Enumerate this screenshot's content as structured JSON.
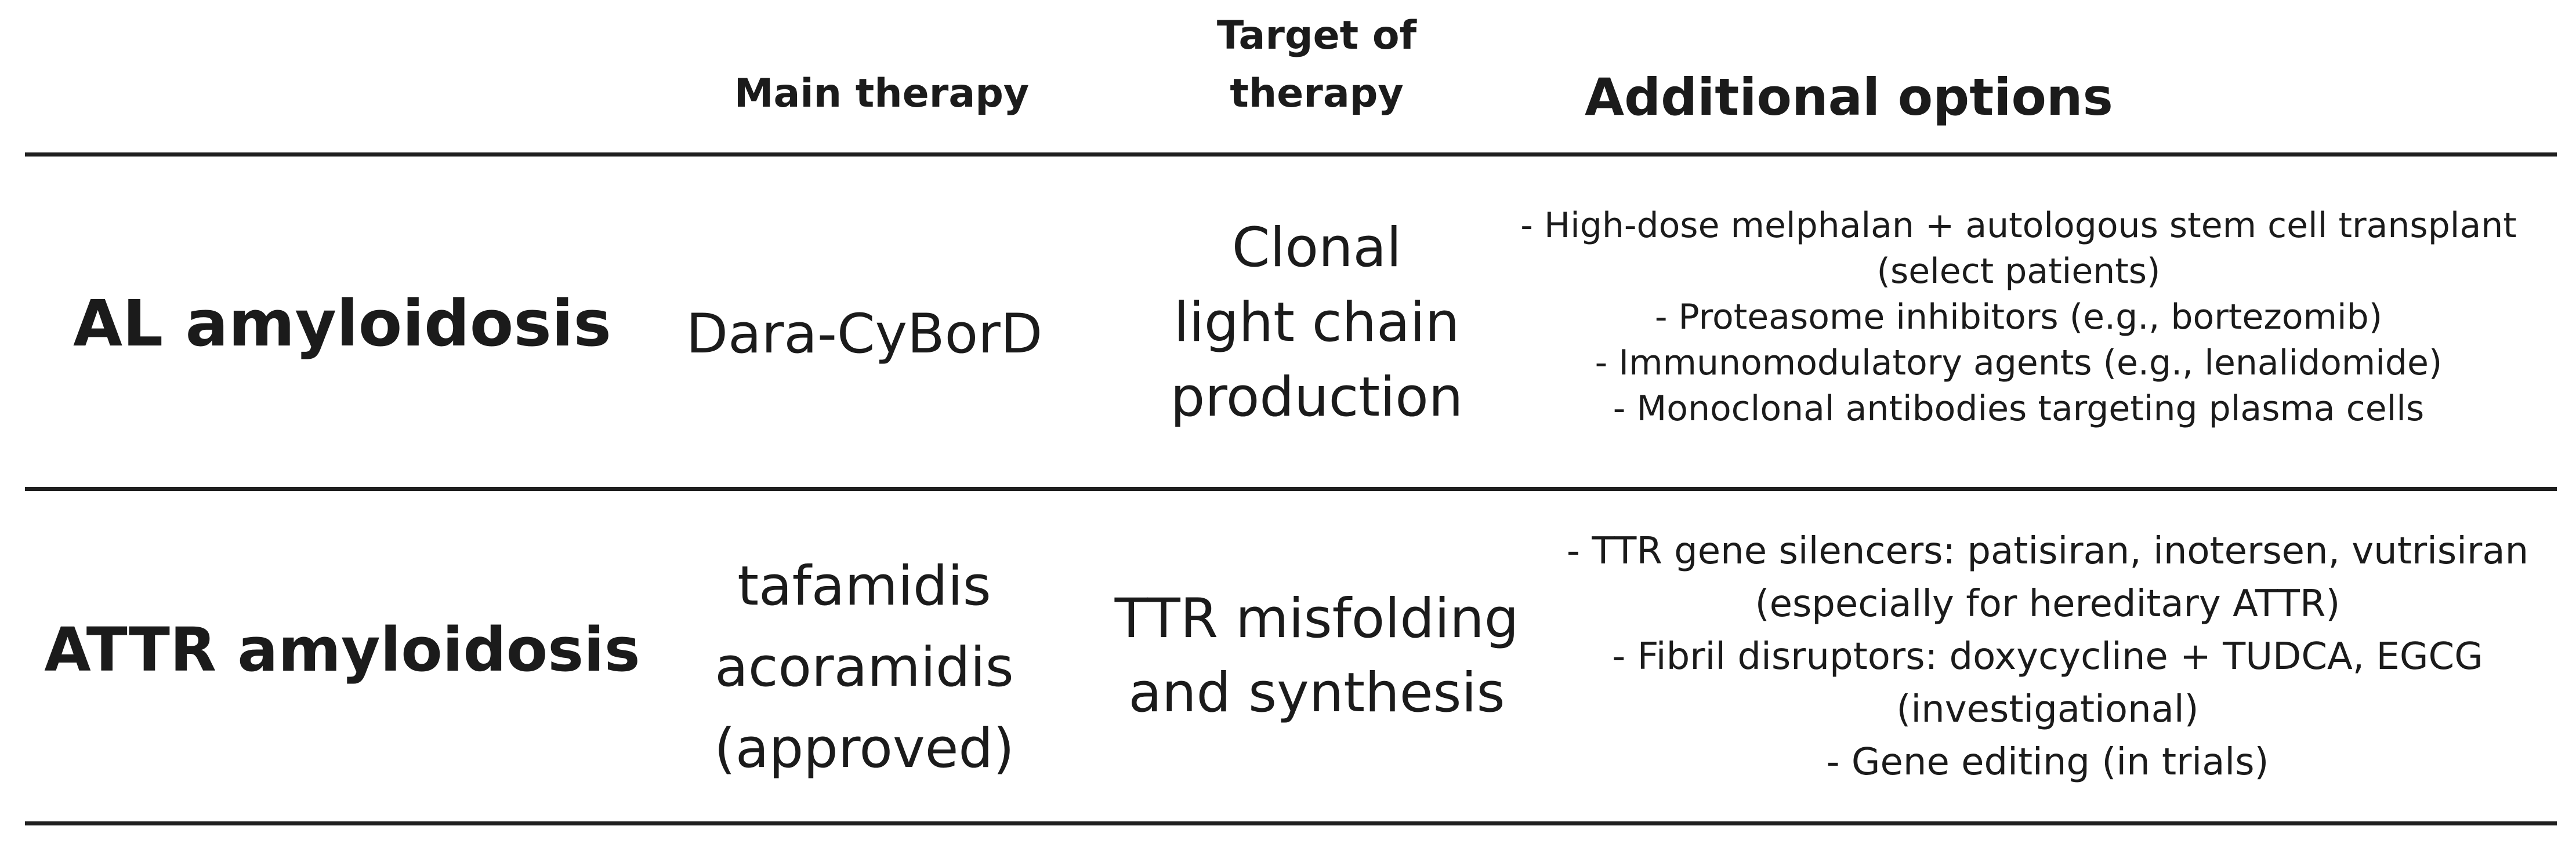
{
  "header": {
    "main_therapy": "Main therapy",
    "target_line1": "Target of",
    "target_line2": "therapy",
    "additional_options": "Additional options"
  },
  "rows": [
    {
      "label": "AL amyloidosis",
      "main_therapy": [
        "Dara-CyBorD"
      ],
      "target": [
        "Clonal",
        "light chain",
        "production"
      ],
      "options": [
        "- High-dose melphalan + autologous stem cell transplant",
        "(select patients)",
        "- Proteasome inhibitors (e.g., bortezomib)",
        "- Immunomodulatory agents (e.g., lenalidomide)",
        "- Monoclonal antibodies targeting plasma cells"
      ]
    },
    {
      "label": "ATTR amyloidosis",
      "main_therapy": [
        "tafamidis",
        "acoramidis",
        "(approved)"
      ],
      "target": [
        "TTR misfolding",
        "and synthesis"
      ],
      "options": [
        "- TTR gene silencers: patisiran, inotersen, vutrisiran",
        "(especially for hereditary ATTR)",
        "- Fibril disruptors: doxycycline + TUDCA, EGCG",
        "(investigational)",
        "- Gene editing (in trials)"
      ]
    }
  ]
}
